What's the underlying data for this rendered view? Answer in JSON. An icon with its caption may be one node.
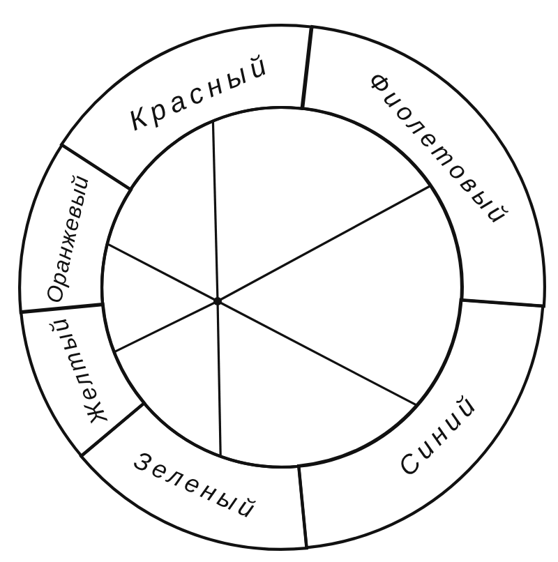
{
  "diagram": {
    "nodes": [
      {
        "text": [
          "Красный"
        ]
      },
      {
        "text": [
          "Оранжевый"
        ]
      },
      {
        "text": [
          "Желтый"
        ]
      },
      {
        "text": [
          "Зеленый"
        ]
      },
      {
        "text": [
          "Синий"
        ]
      },
      {
        "text": [
          "Фиолетовый"
        ]
      }
    ]
  }
}
